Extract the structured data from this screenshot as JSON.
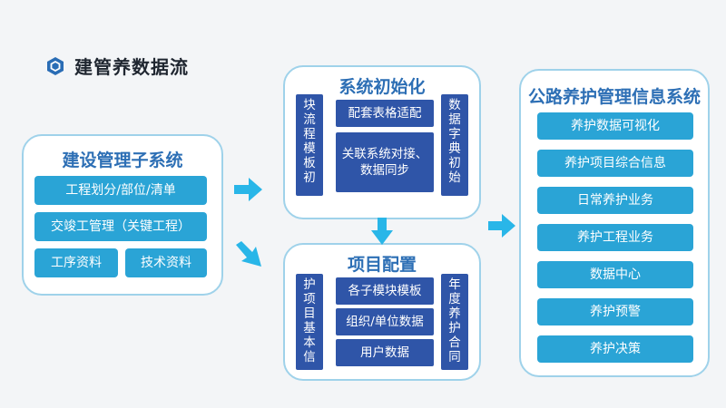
{
  "header": {
    "title": "建管养数据流",
    "logo_icon": "hexagon-icon"
  },
  "colors": {
    "panel_border": "#9fd2ea",
    "title_blue": "#2d6fb5",
    "button_cyan": "#2aa4d6",
    "button_navy": "#2f55a8",
    "arrow": "#29b6e8"
  },
  "construction": {
    "title": "建设管理子系统",
    "items": [
      "工程划分/部位/清单",
      "交竣工管理（关键工程）",
      "工序资料",
      "技术资料"
    ]
  },
  "sysinit": {
    "title": "系统初始化",
    "left_vertical": "块流程模板初",
    "center_items": [
      "配套表格适配",
      "关联系统对接、数据同步"
    ],
    "right_vertical": "数据字典初始"
  },
  "project": {
    "title": "项目配置",
    "left_vertical": "护项目基本信",
    "center_items": [
      "各子模块模板",
      "组织/单位数据",
      "用户数据"
    ],
    "right_vertical": "年度养护合同"
  },
  "highway": {
    "title": "公路养护管理信息系统",
    "items": [
      "养护数据可视化",
      "养护项目综合信息",
      "日常养护业务",
      "养护工程业务",
      "数据中心",
      "养护预警",
      "养护决策"
    ]
  }
}
